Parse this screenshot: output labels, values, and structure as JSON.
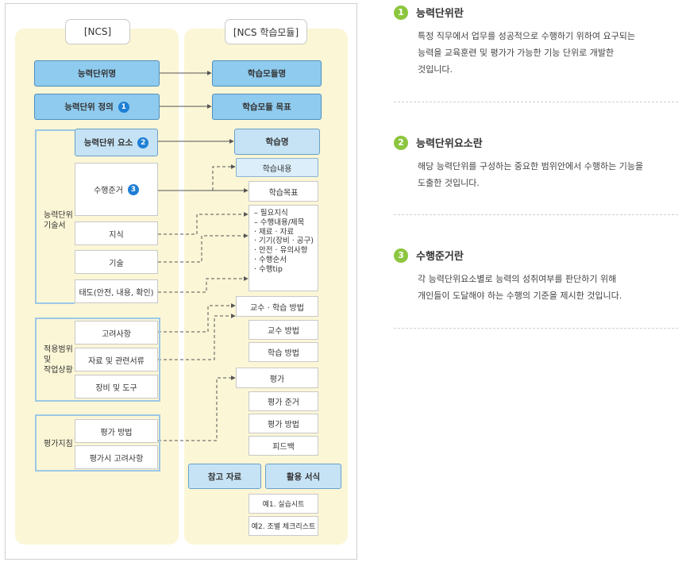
{
  "headers": {
    "ncs": "[NCS]",
    "module": "[NCS 학습모듈]"
  },
  "left": {
    "unit_name": "능력단위명",
    "unit_def": "능력단위 정의",
    "unit_element": "능력단위 요소",
    "criteria": "수행준거",
    "knowledge": "지식",
    "skill": "기술",
    "attitude": "태도(안전, 내용, 확인)",
    "consider": "고려사항",
    "materials": "자료 및 관련서류",
    "equipment": "장비 및 도구",
    "eval_method": "평가 방법",
    "eval_consider": "평가시 고려사항",
    "group_tech_l1": "능력단위",
    "group_tech_l2": "기술서",
    "group_scope_l1": "적용범위",
    "group_scope_l2": "및",
    "group_scope_l3": "작업상황",
    "group_eval": "평가지침",
    "badge1": "1",
    "badge2": "2",
    "badge3": "3"
  },
  "right": {
    "module_name": "학습모듈명",
    "module_goal": "학습모듈 목표",
    "learn_name": "학습명",
    "learn_content": "학습내용",
    "learn_goal": "학습목표",
    "list": [
      "– 필요지식",
      "– 수행내용/제목",
      "· 재료 · 자료",
      "· 기기(장비 · 공구)",
      "· 안전 · 유의사항",
      "· 수행순서",
      "· 수행tip"
    ],
    "teach_learn": "교수 · 학습 방법",
    "teach": "교수 방법",
    "learn": "학습 방법",
    "eval": "평가",
    "eval_criteria": "평가 준거",
    "eval_method": "평가 방법",
    "feedback": "피드백",
    "reference": "참고 자료",
    "forms": "활용 서식",
    "ex1": "예1. 실습시트",
    "ex2": "예2. 조별 체크리스트"
  },
  "definitions": [
    {
      "num": "1",
      "title": "능력단위란",
      "lines": [
        "특정 직무에서 업무를 성공적으로 수행하기 위하여 요구되는",
        "능력을 교육훈련 및 평가가 가능한 기능 단위로 개발한",
        "것입니다."
      ]
    },
    {
      "num": "2",
      "title": "능력단위요소란",
      "lines": [
        "해당 능력단위를 구성하는 중요한 범위안에서 수행하는 기능을",
        "도출한 것입니다."
      ]
    },
    {
      "num": "3",
      "title": "수행준거란",
      "lines": [
        "각 능력단위요소별로 능력의 성취여부를 판단하기 위해",
        "개인들이 도달해야 하는 수행의 기준을 제시한 것입니다."
      ]
    }
  ]
}
